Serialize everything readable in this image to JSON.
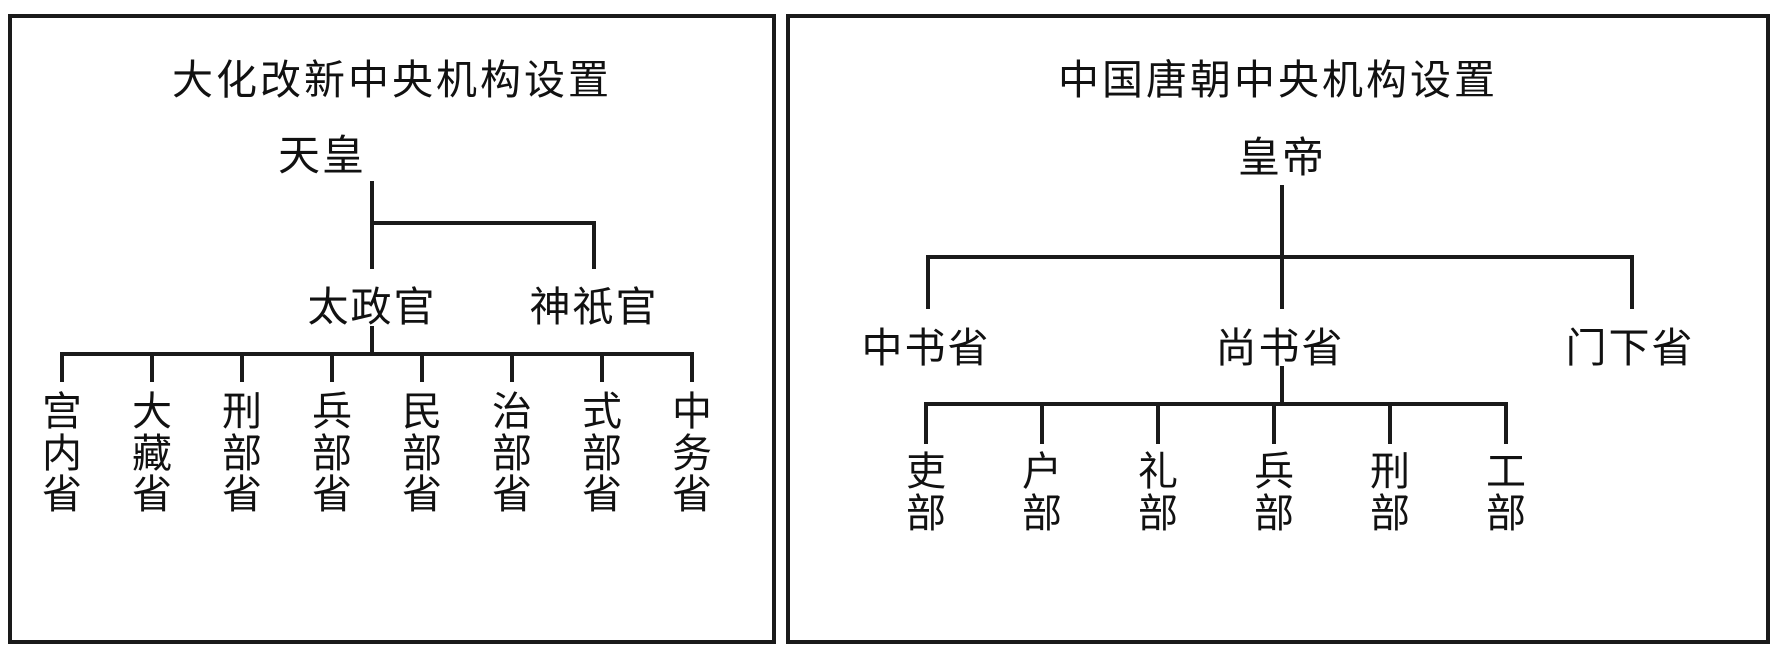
{
  "figure": {
    "panels": [
      {
        "id": "japan",
        "title": "大化改新中央机构设置",
        "root": "天皇",
        "level2": [
          "太政官",
          "神祇官"
        ],
        "leaves": [
          {
            "chars": [
              "宫",
              "内",
              "省"
            ]
          },
          {
            "chars": [
              "大",
              "藏",
              "省"
            ]
          },
          {
            "chars": [
              "刑",
              "部",
              "省"
            ]
          },
          {
            "chars": [
              "兵",
              "部",
              "省"
            ]
          },
          {
            "chars": [
              "民",
              "部",
              "省"
            ]
          },
          {
            "chars": [
              "治",
              "部",
              "省"
            ]
          },
          {
            "chars": [
              "式",
              "部",
              "省"
            ]
          },
          {
            "chars": [
              "中",
              "务",
              "省"
            ]
          }
        ]
      },
      {
        "id": "tang",
        "title": "中国唐朝中央机构设置",
        "root": "皇帝",
        "level2": [
          "中书省",
          "尚书省",
          "门下省"
        ],
        "leaves": [
          {
            "chars": [
              "吏",
              "部"
            ]
          },
          {
            "chars": [
              "户",
              "部"
            ]
          },
          {
            "chars": [
              "礼",
              "部"
            ]
          },
          {
            "chars": [
              "兵",
              "部"
            ]
          },
          {
            "chars": [
              "刑",
              "部"
            ]
          },
          {
            "chars": [
              "工",
              "部"
            ]
          }
        ]
      }
    ],
    "colors": {
      "line": "#1a1a1a",
      "text": "#111111",
      "background": "#ffffff"
    }
  }
}
